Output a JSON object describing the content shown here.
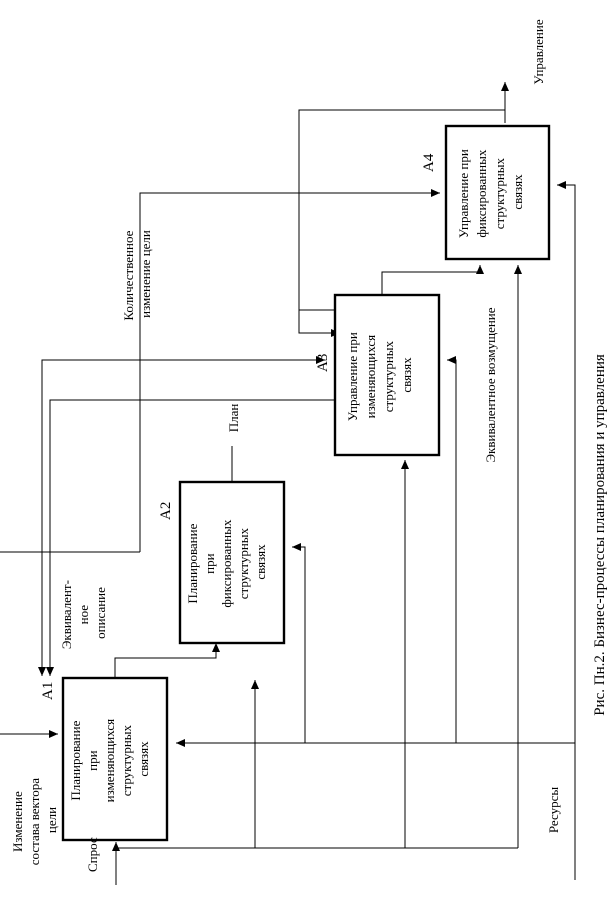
{
  "caption": "Рис. Пн.2. Бизнес-процессы планирования и управления",
  "blocks": [
    {
      "id": "A1",
      "lines": [
        "Планирование",
        "при",
        "изменяющихся",
        "структурных",
        "связях"
      ]
    },
    {
      "id": "A2",
      "lines": [
        "Планирование",
        "при",
        "фиксированных",
        "структурных",
        "связях"
      ]
    },
    {
      "id": "A3",
      "lines": [
        "Управление при",
        "изменяющихся",
        "структурных",
        "связях"
      ]
    },
    {
      "id": "A4",
      "lines": [
        "Управление при",
        "фиксированных",
        "структурных",
        "связях"
      ]
    }
  ],
  "labels": {
    "input_change": [
      "Изменение",
      "состава вектора",
      "цели"
    ],
    "demand": "Спрос",
    "equivalent_description": [
      "Эквивалент-",
      "ное",
      "описание"
    ],
    "plan": "План",
    "quantitative_change": [
      "Количественное",
      "изменение цели"
    ],
    "equivalent_disturbance": "Эквивалентное возмущение",
    "resources": "Ресурсы",
    "output_control": "Управление"
  }
}
